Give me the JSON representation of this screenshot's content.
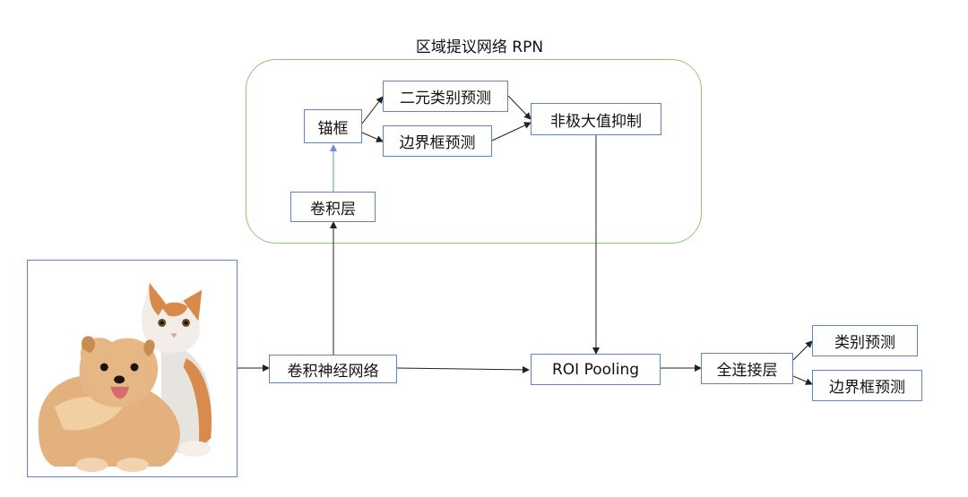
{
  "rpn_region": {
    "title": "区域提议网络 RPN"
  },
  "nodes": {
    "anchor": "锚框",
    "binary_class": "二元类别预测",
    "bbox_rpn": "边界框预测",
    "nms": "非极大值抑制",
    "conv_layer": "卷积层",
    "cnn": "卷积神经网络",
    "roi_pooling": "ROI Pooling",
    "fc": "全连接层",
    "class_pred": "类别预测",
    "bbox_pred": "边界框预测"
  },
  "colors": {
    "node_border": "#5d86c4",
    "region_border": "#8cc77a",
    "arrow": "#222222",
    "arrow_blue": "#6a8fca"
  },
  "input_image": {
    "subject": "cat-and-dog-photo"
  }
}
